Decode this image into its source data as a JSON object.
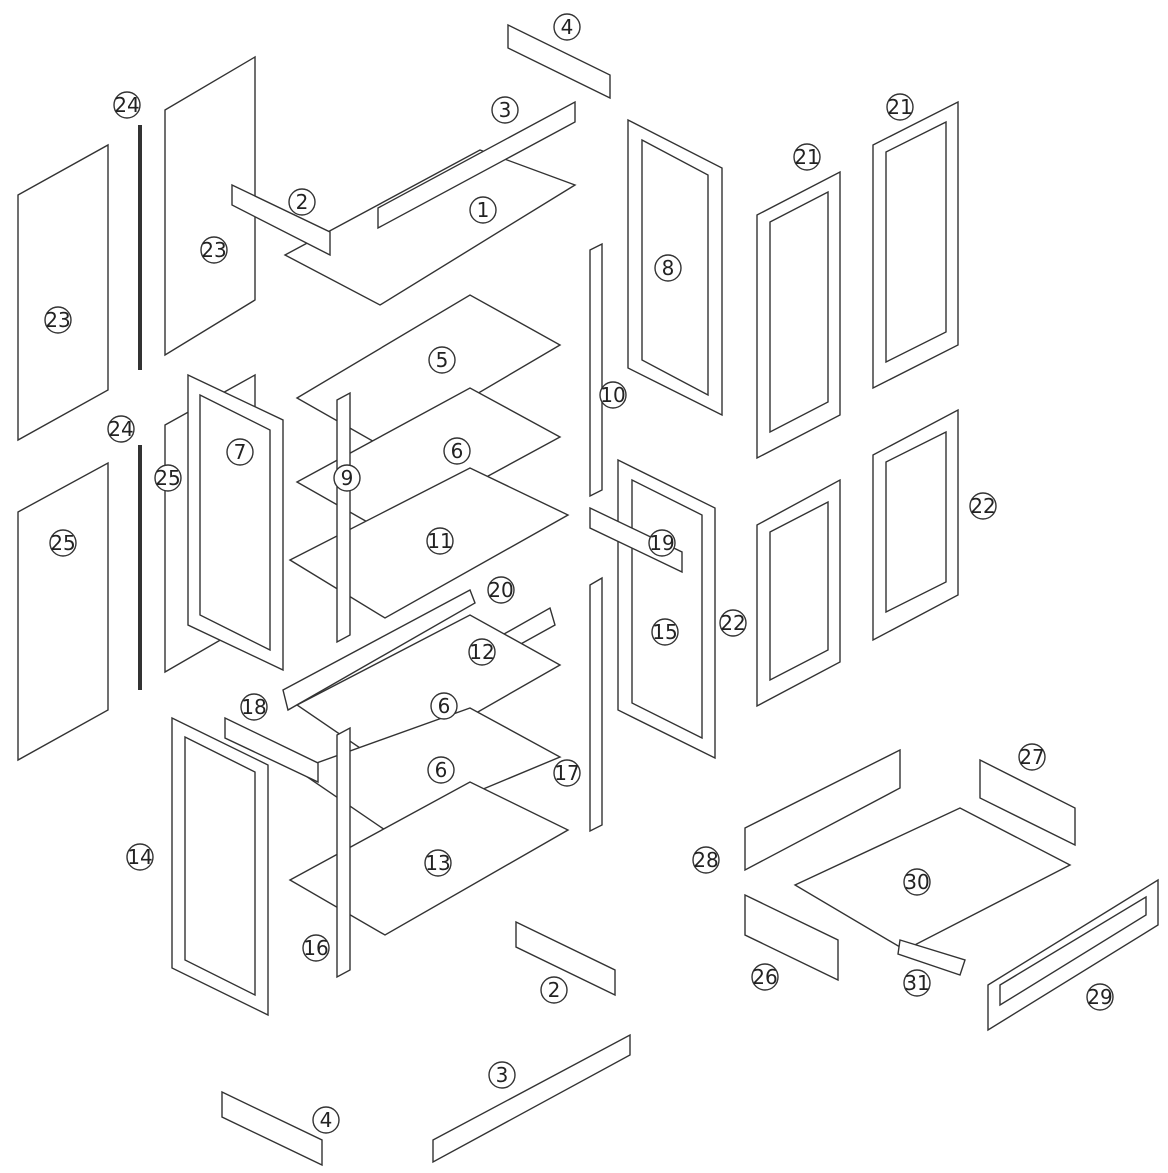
{
  "diagram": {
    "labels": {
      "p1": "1",
      "p2_top": "2",
      "p2_bottom": "2",
      "p3_top": "3",
      "p3_bottom": "3",
      "p4_top": "4",
      "p4_bottom": "4",
      "p5": "5",
      "p6_a": "6",
      "p6_b": "6",
      "p6_c": "6",
      "p7": "7",
      "p8": "8",
      "p9": "9",
      "p10": "10",
      "p11": "11",
      "p12": "12",
      "p13": "13",
      "p14": "14",
      "p15": "15",
      "p16": "16",
      "p17": "17",
      "p18": "18",
      "p19": "19",
      "p20": "20",
      "p21_a": "21",
      "p21_b": "21",
      "p22_a": "22",
      "p22_b": "22",
      "p23_a": "23",
      "p23_b": "23",
      "p24_a": "24",
      "p24_b": "24",
      "p25_a": "25",
      "p25_b": "25",
      "p26": "26",
      "p27": "27",
      "p28": "28",
      "p29": "29",
      "p30": "30",
      "p31": "31"
    }
  },
  "colors": {
    "line": "#333333",
    "background": "#ffffff"
  }
}
